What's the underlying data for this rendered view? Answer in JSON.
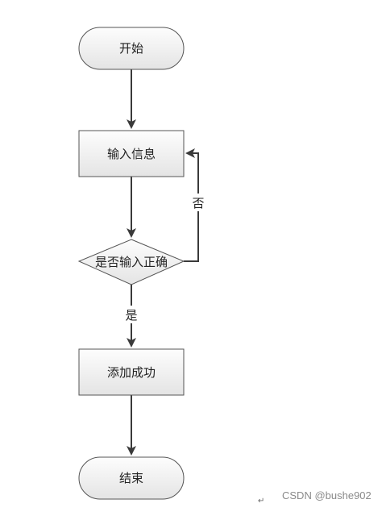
{
  "flowchart": {
    "nodes": {
      "start": "开始",
      "input": "输入信息",
      "decision": "是否输入正确",
      "success": "添加成功",
      "end": "结束"
    },
    "edges": {
      "no_label": "否",
      "yes_label": "是"
    }
  },
  "watermark": {
    "text": "CSDN @bushe902",
    "return_mark": "↵"
  },
  "colors": {
    "node_fill_top": "#fdfdfd",
    "node_fill_bottom": "#e6e6e6",
    "node_stroke": "#555555",
    "arrow": "#3a3a3a"
  }
}
